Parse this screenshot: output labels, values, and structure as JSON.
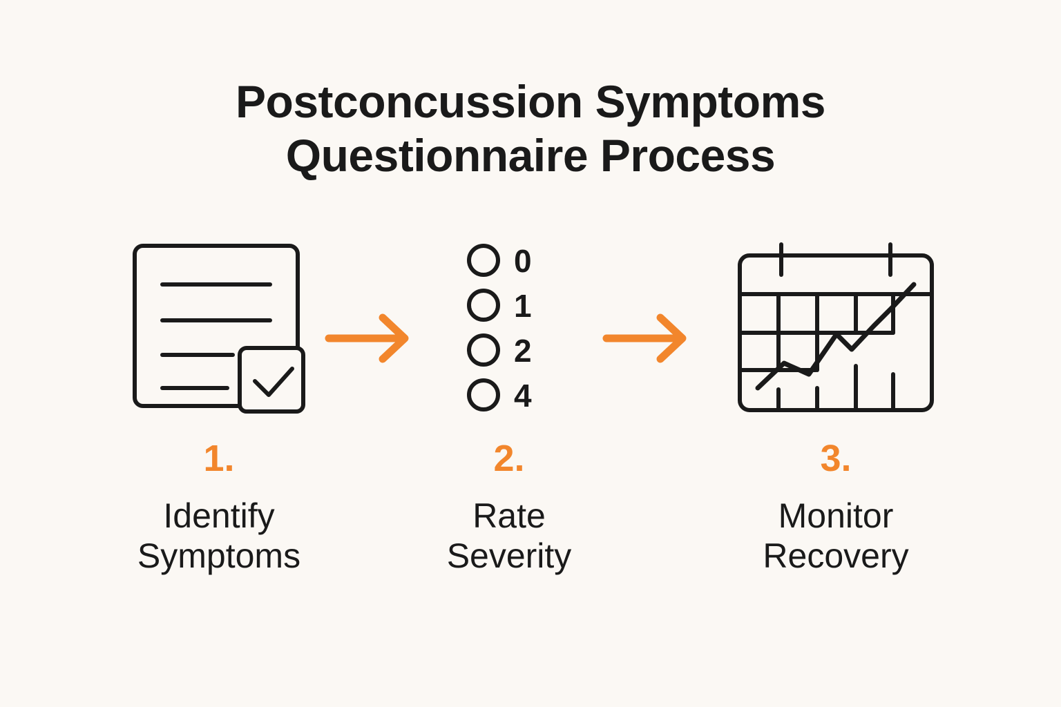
{
  "page": {
    "background_color": "#FBF8F4",
    "ink_color": "#1A1A1A",
    "accent_color": "#F2862C"
  },
  "title": {
    "line1": "Postconcussion Symptoms",
    "line2": "Questionnaire Process"
  },
  "steps": [
    {
      "number": "1.",
      "label_line1": "Identify",
      "label_line2": "Symptoms",
      "icon": "document-checkbox-icon"
    },
    {
      "number": "2.",
      "label_line1": "Rate",
      "label_line2": "Severity",
      "icon": "rating-scale-icon",
      "options": [
        "0",
        "1",
        "2",
        "4"
      ]
    },
    {
      "number": "3.",
      "label_line1": "Monitor",
      "label_line2": "Recovery",
      "icon": "calendar-trend-chart-icon"
    }
  ],
  "connectors": [
    {
      "name": "arrow-step1-to-step2",
      "direction": "right",
      "color": "#F2862C"
    },
    {
      "name": "arrow-step2-to-step3",
      "direction": "right",
      "color": "#F2862C"
    }
  ]
}
